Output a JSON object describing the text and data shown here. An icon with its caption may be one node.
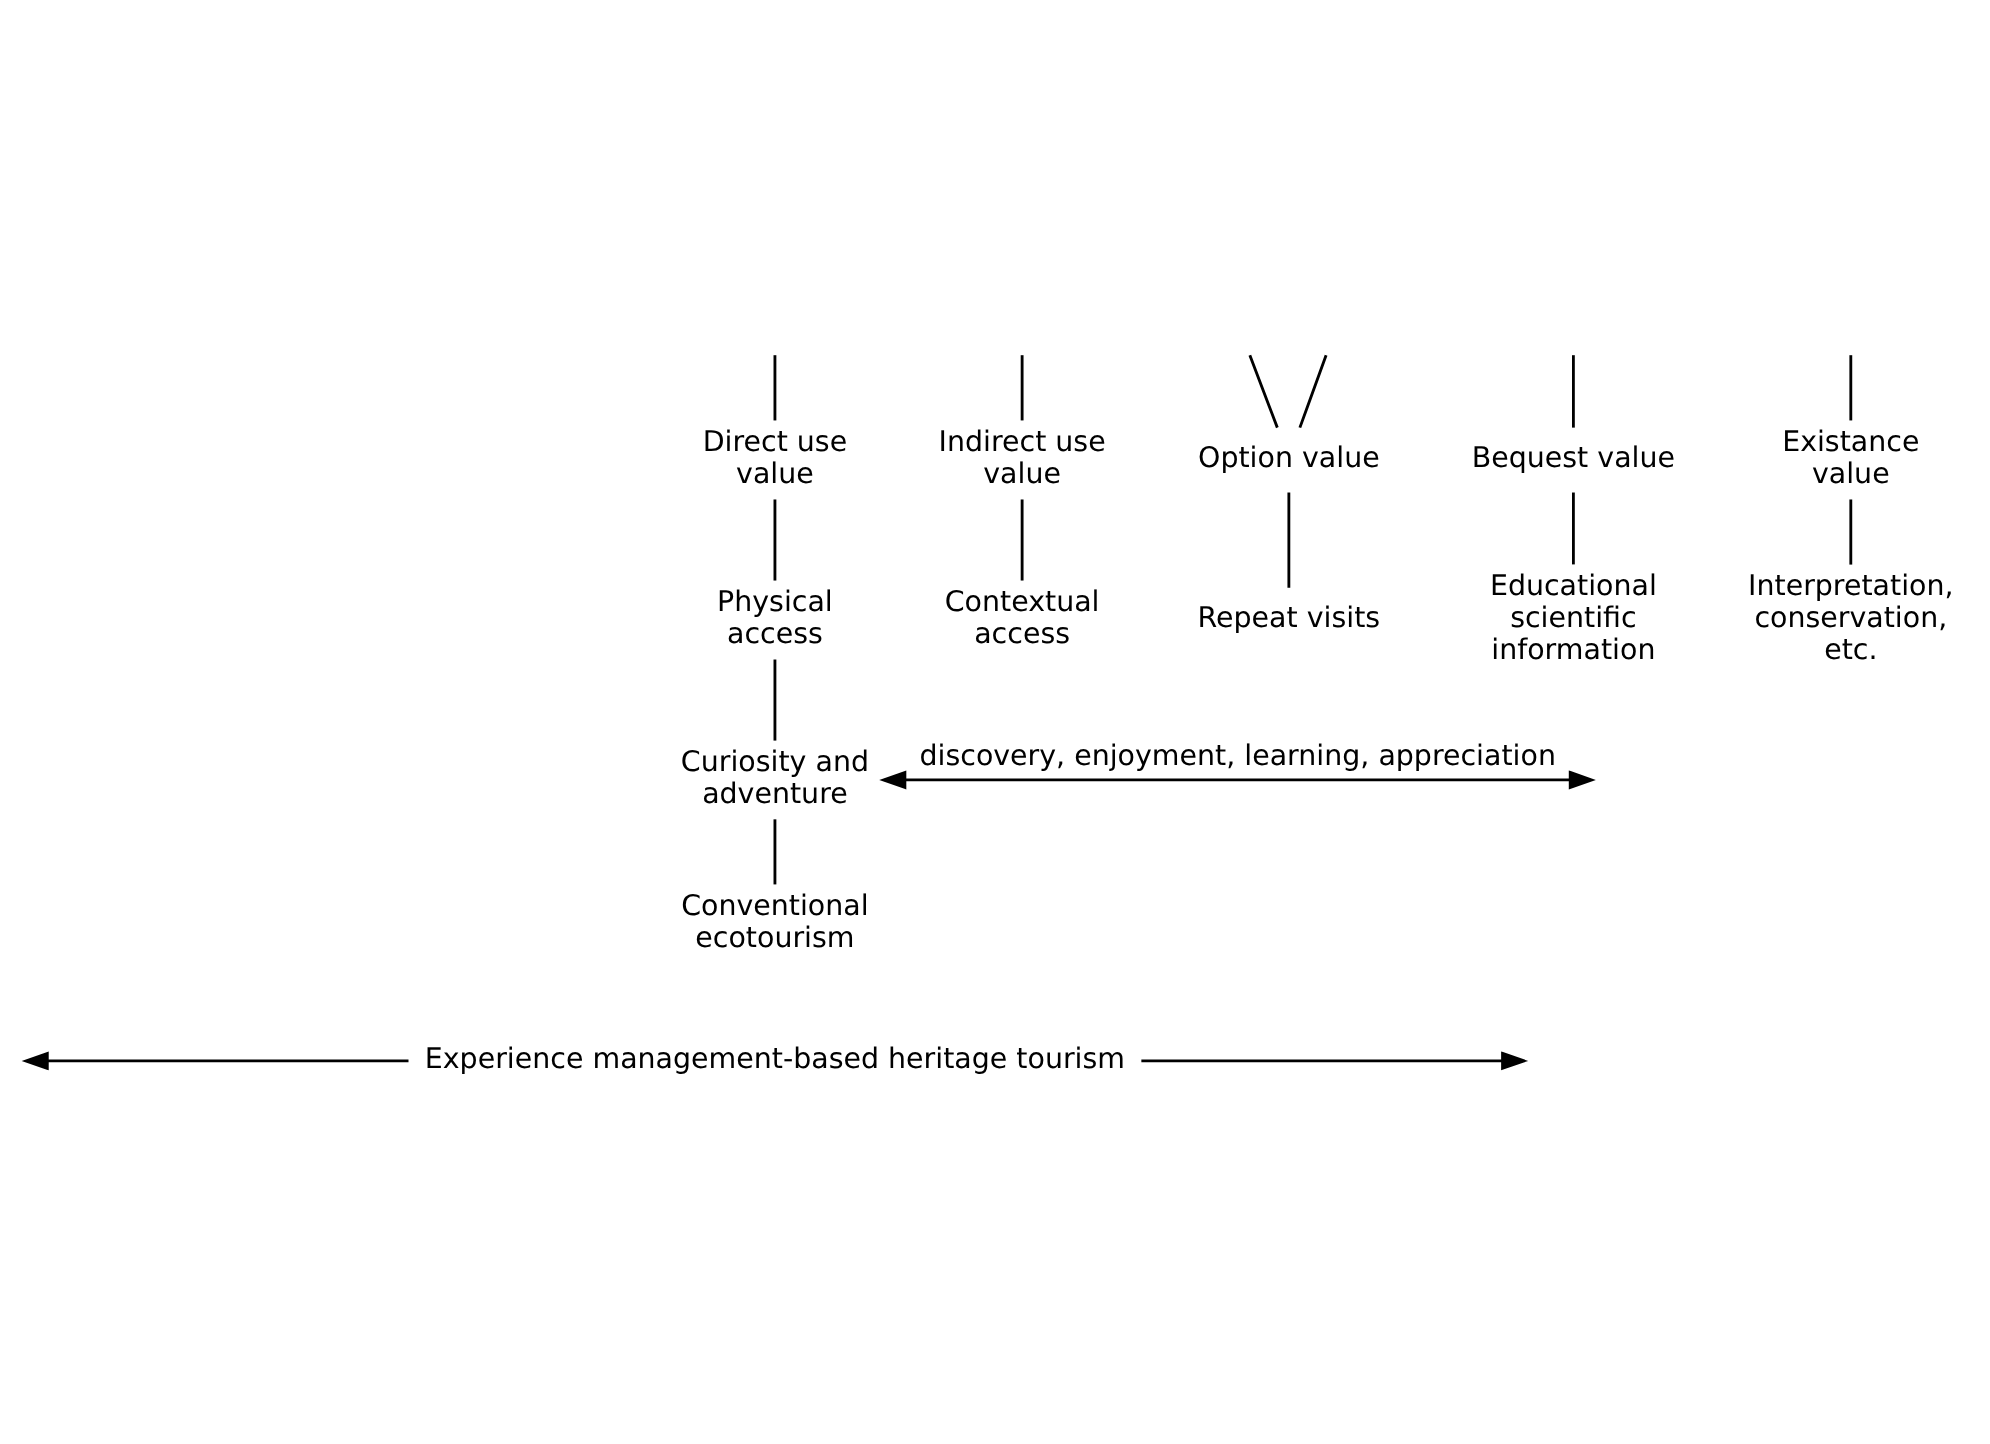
{
  "diagram": {
    "nodes": [
      {
        "text": [
          "Direct use value"
        ]
      },
      {
        "text": [
          "Indirect use value"
        ]
      },
      {
        "text": [
          "Option value"
        ]
      },
      {
        "text": [
          "Bequest value"
        ]
      },
      {
        "text": [
          "Existance value"
        ]
      },
      {
        "text": [
          "Physical access"
        ]
      },
      {
        "text": [
          "Contextual access"
        ]
      },
      {
        "text": [
          "Repeat visits"
        ]
      },
      {
        "text": [
          "Educational scientific information"
        ]
      },
      {
        "text": [
          "Interpretation, conservation, etc."
        ]
      },
      {
        "text": [
          "Curiosity and adventure"
        ]
      },
      {
        "text": [
          "Conventional ecotourism"
        ]
      },
      {
        "text": [
          "Experience management-based heritage tourism"
        ]
      }
    ],
    "edges": [
      {
        "from": null,
        "to": 0,
        "arrow": "none"
      },
      {
        "from": null,
        "to": 1,
        "arrow": "none"
      },
      {
        "from": null,
        "to": 2,
        "arrow": "none"
      },
      {
        "from": null,
        "to": 2,
        "arrow": "none"
      },
      {
        "from": null,
        "to": 3,
        "arrow": "none"
      },
      {
        "from": null,
        "to": 4,
        "arrow": "none"
      },
      {
        "from": 0,
        "to": 5,
        "arrow": "none"
      },
      {
        "from": 1,
        "to": 6,
        "arrow": "none"
      },
      {
        "from": 2,
        "to": 7,
        "arrow": "none"
      },
      {
        "from": 3,
        "to": 8,
        "arrow": "none"
      },
      {
        "from": 4,
        "to": 9,
        "arrow": "none"
      },
      {
        "from": 5,
        "to": 10,
        "arrow": "none"
      },
      {
        "from": 10,
        "to": 11,
        "arrow": "none"
      },
      {
        "from": null,
        "to": 10,
        "arrow": "both",
        "label": "discovery, enjoyment, learning, appreciation"
      },
      {
        "from": 12,
        "to": null,
        "arrow": "to"
      },
      {
        "from": 12,
        "to": null,
        "arrow": "to"
      }
    ]
  }
}
